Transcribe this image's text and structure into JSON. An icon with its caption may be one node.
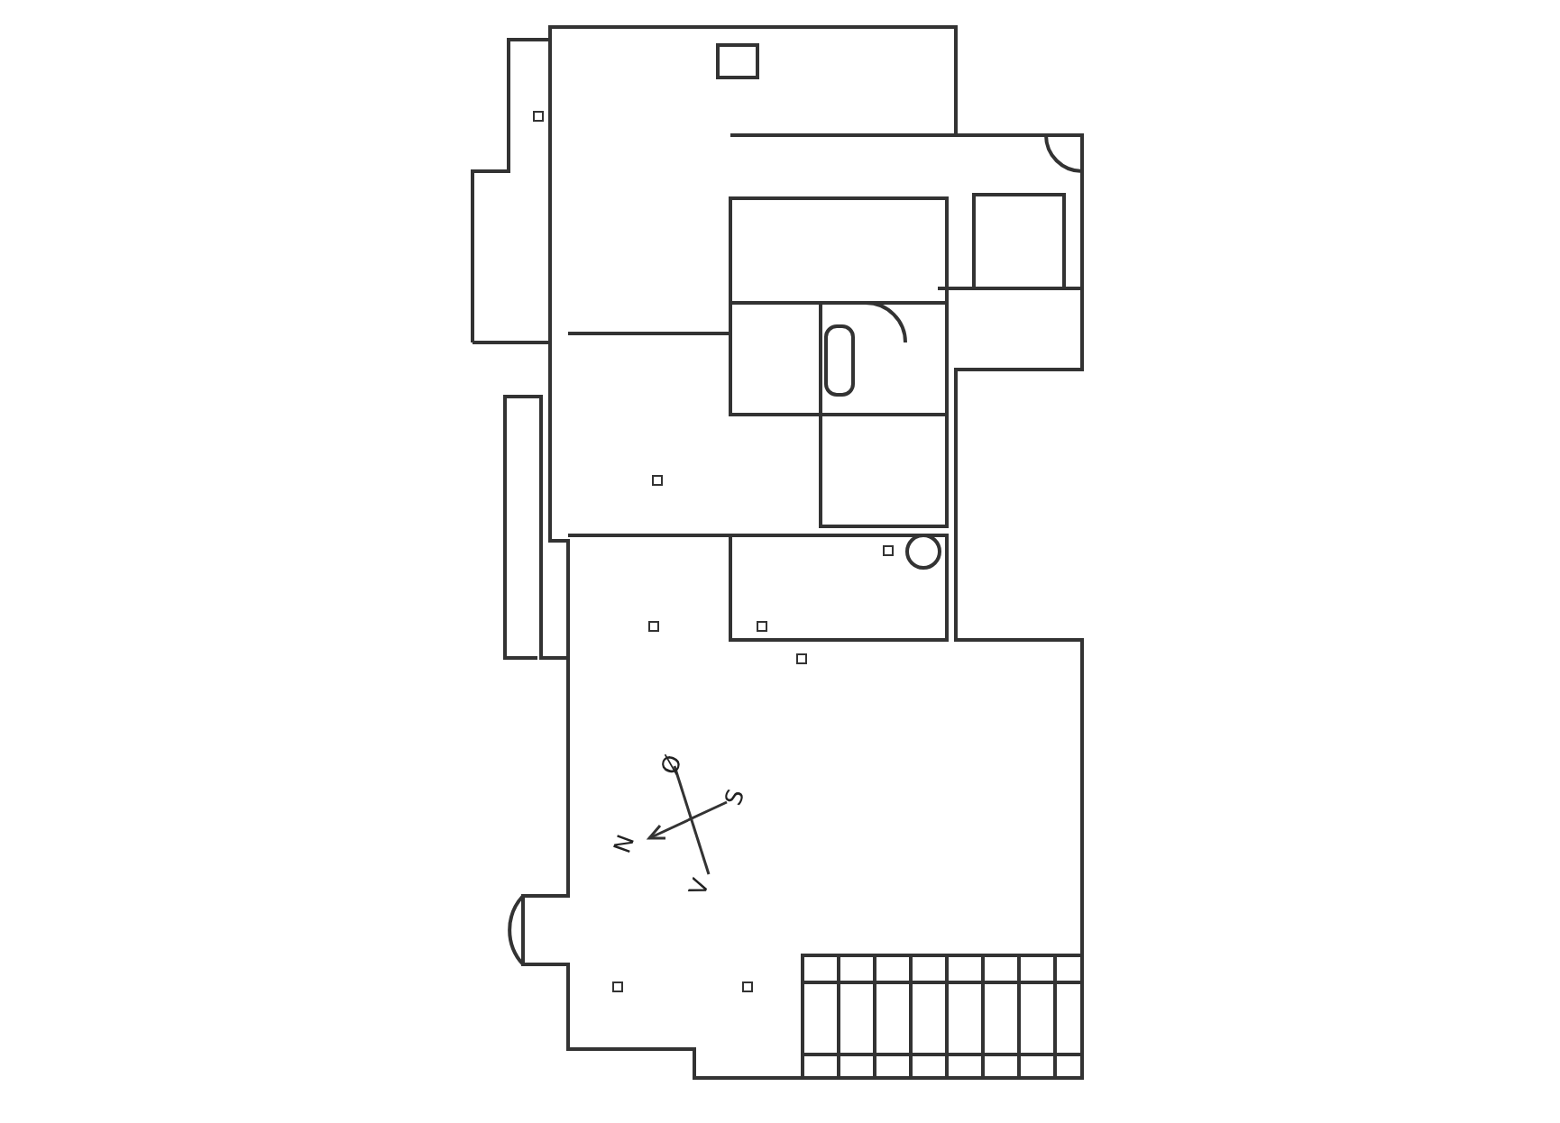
{
  "diagram": {
    "labels": [
      "Ø",
      "S",
      "N",
      "V"
    ]
  }
}
